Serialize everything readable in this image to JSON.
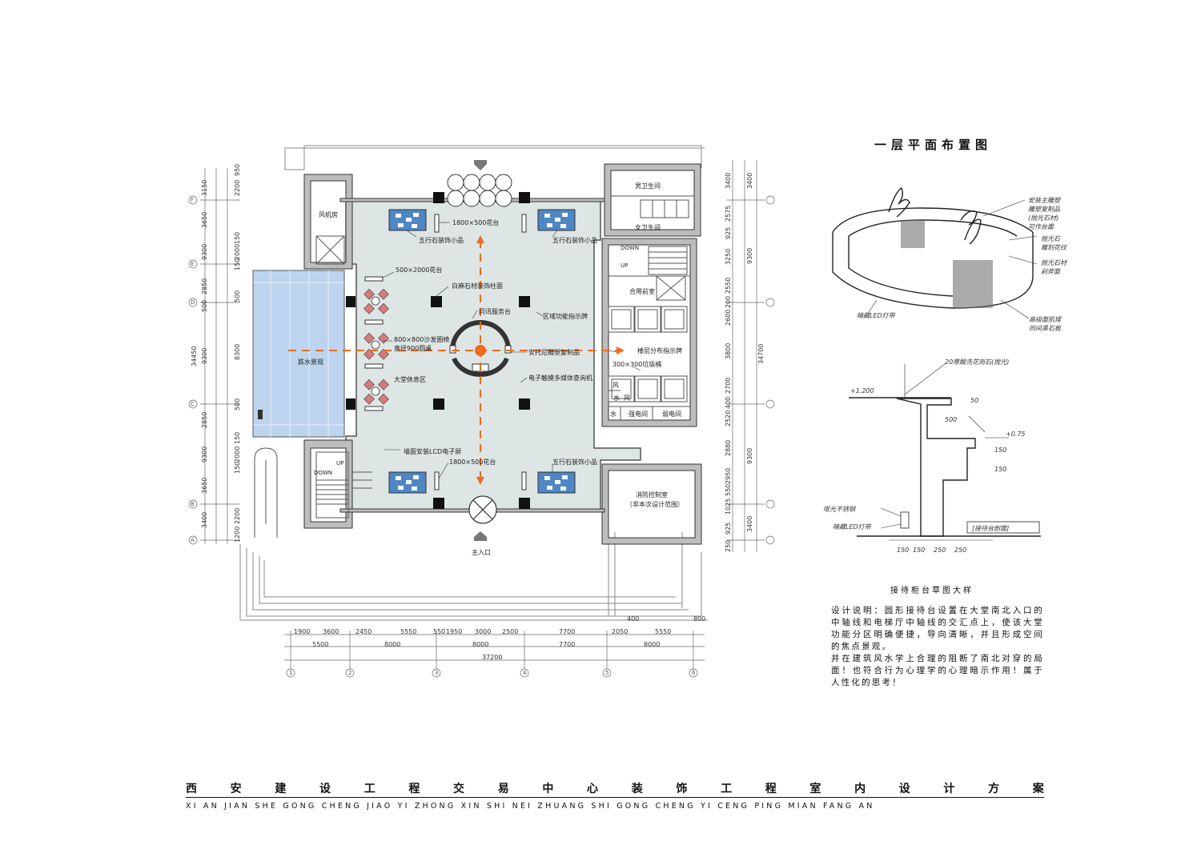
{
  "title": "一层平面布置图",
  "plan_labels": {
    "fan_room": "风机房",
    "water_feature": "跌水景观",
    "planter_500x2000": "500×2000花台",
    "planter_1800x500_top": "1800×500花台",
    "planter_1800x500_bottom": "1800×500花台",
    "stone_decor_tl": "五行石装饰小品",
    "stone_decor_tr": "五行石装饰小品",
    "stone_decor_br": "五行石装饰小品",
    "marble_column": "白麻石材装饰柱面",
    "info_desk": "问讯服务台",
    "area_sign": "区域功能指示牌",
    "sofa": "800×800沙发圈椅",
    "round_table": "直径900圆桌",
    "antoni_statue": "安托尼雕塑复制品",
    "floor_sign": "楼层分布指示牌",
    "trash_bin": "300×300垃圾桶",
    "lounge": "大堂休息区",
    "touch_kiosk": "电子触摸多媒体查询机",
    "lcd_wall": "墙面安装LCD电子屏",
    "mens_wc": "男卫生间",
    "womens_wc": "女卫生间",
    "shared_lobby": "合用前室",
    "down1": "DOWN",
    "up1": "UP",
    "up2": "UP",
    "down2": "DOWN",
    "wind1": "风",
    "water_room": "水",
    "wind2": "风",
    "water2": "水",
    "power_room": "强电间",
    "weak_room": "弱电间",
    "fire_control": "消防控制室",
    "fire_note": "（非本次设计范围）",
    "main_entrance": "主入口"
  },
  "left_dims_outer": [
    "3150",
    "3650",
    "9300",
    "2850",
    "500",
    "34450",
    "9300",
    "2850",
    "9300",
    "3650",
    "3400"
  ],
  "left_dims_inner": [
    "950",
    "2200",
    "150",
    "2000",
    "150",
    "500",
    "8300",
    "500",
    "150",
    "2000",
    "150",
    "2200",
    "1200"
  ],
  "right_dims_inner": [
    "3400",
    "2575",
    "925",
    "3250",
    "2550",
    "200",
    "2600",
    "3800",
    "2700",
    "400",
    "2520",
    "2880",
    "2950",
    "550",
    "1025",
    "925",
    "250"
  ],
  "right_dims_outer": [
    "3400",
    "9300",
    "34700",
    "9300",
    "3400"
  ],
  "grid_rows": [
    "F",
    "E",
    "D",
    "C",
    "B",
    "A"
  ],
  "bottom_dims_row1": [
    "1900",
    "3600",
    "2450",
    "5550",
    "550",
    "1950",
    "3000",
    "2500",
    "7700",
    "2050",
    "5550"
  ],
  "bottom_dims_extra": [
    "400",
    "800"
  ],
  "bottom_dims_row2": [
    "5500",
    "8000",
    "8000",
    "7700",
    "8000"
  ],
  "bottom_total": "37200",
  "grid_cols": [
    "1",
    "2",
    "3",
    "4",
    "5",
    "6"
  ],
  "sketch_notes": {
    "n1": "安装主雕塑",
    "n2": "雕塑复制品",
    "n3": "(抛光石材)",
    "n4": "可作台面",
    "n5": "抛光石",
    "n6": "雕刻花纹",
    "n7": "抛光石材",
    "n8": "剁斧面",
    "n9": "暗藏LED灯带",
    "n10": "高级面肌理",
    "n11": "同间黑石板"
  },
  "section_notes": {
    "top": "20厚酸洗花岗石(抛光)",
    "level1": "+1.200",
    "level2": "+0.75",
    "d50": "50",
    "d500": "500",
    "d150a": "150",
    "d150b": "150",
    "steel": "哑光不锈钢",
    "led": "暗藏LED灯带",
    "caption": "[接待台剖面]",
    "b1": "150",
    "b2": "150",
    "b3": "250",
    "b4": "250"
  },
  "sketch_title": "接待柜台草图大样",
  "design_note": "设计说明：圆形接待台设置在大堂南北入口的中轴线和电梯厅中轴线的交汇点上，使该大堂功能分区明确便捷，导向清晰，并且形成空间的焦点景观。",
  "design_note2": "并在建筑风水学上合理的阻断了南北对穿的局面！也符合行为心理学的心理暗示作用！属于人性化的思考！",
  "footer_cn": [
    "西",
    "安",
    "建",
    "设",
    "工",
    "程",
    "交",
    "易",
    "中",
    "心",
    "装",
    "饰",
    "工",
    "程",
    "室",
    "内",
    "设",
    "计",
    "方",
    "案"
  ],
  "footer_en": "XI AN JIAN SHE GONG CHENG JIAO YI ZHONG XIN SHI NEI ZHUANG SHI GONG CHENG YI CENG PING MIAN FANG AN",
  "colors": {
    "lobby_floor": "#dde6e4",
    "water": "#bcd4ee",
    "axis": "#ee6a1e",
    "sofa": "#d97a7a",
    "stone": "#4f86c4",
    "wall": "#bdbdbd"
  }
}
